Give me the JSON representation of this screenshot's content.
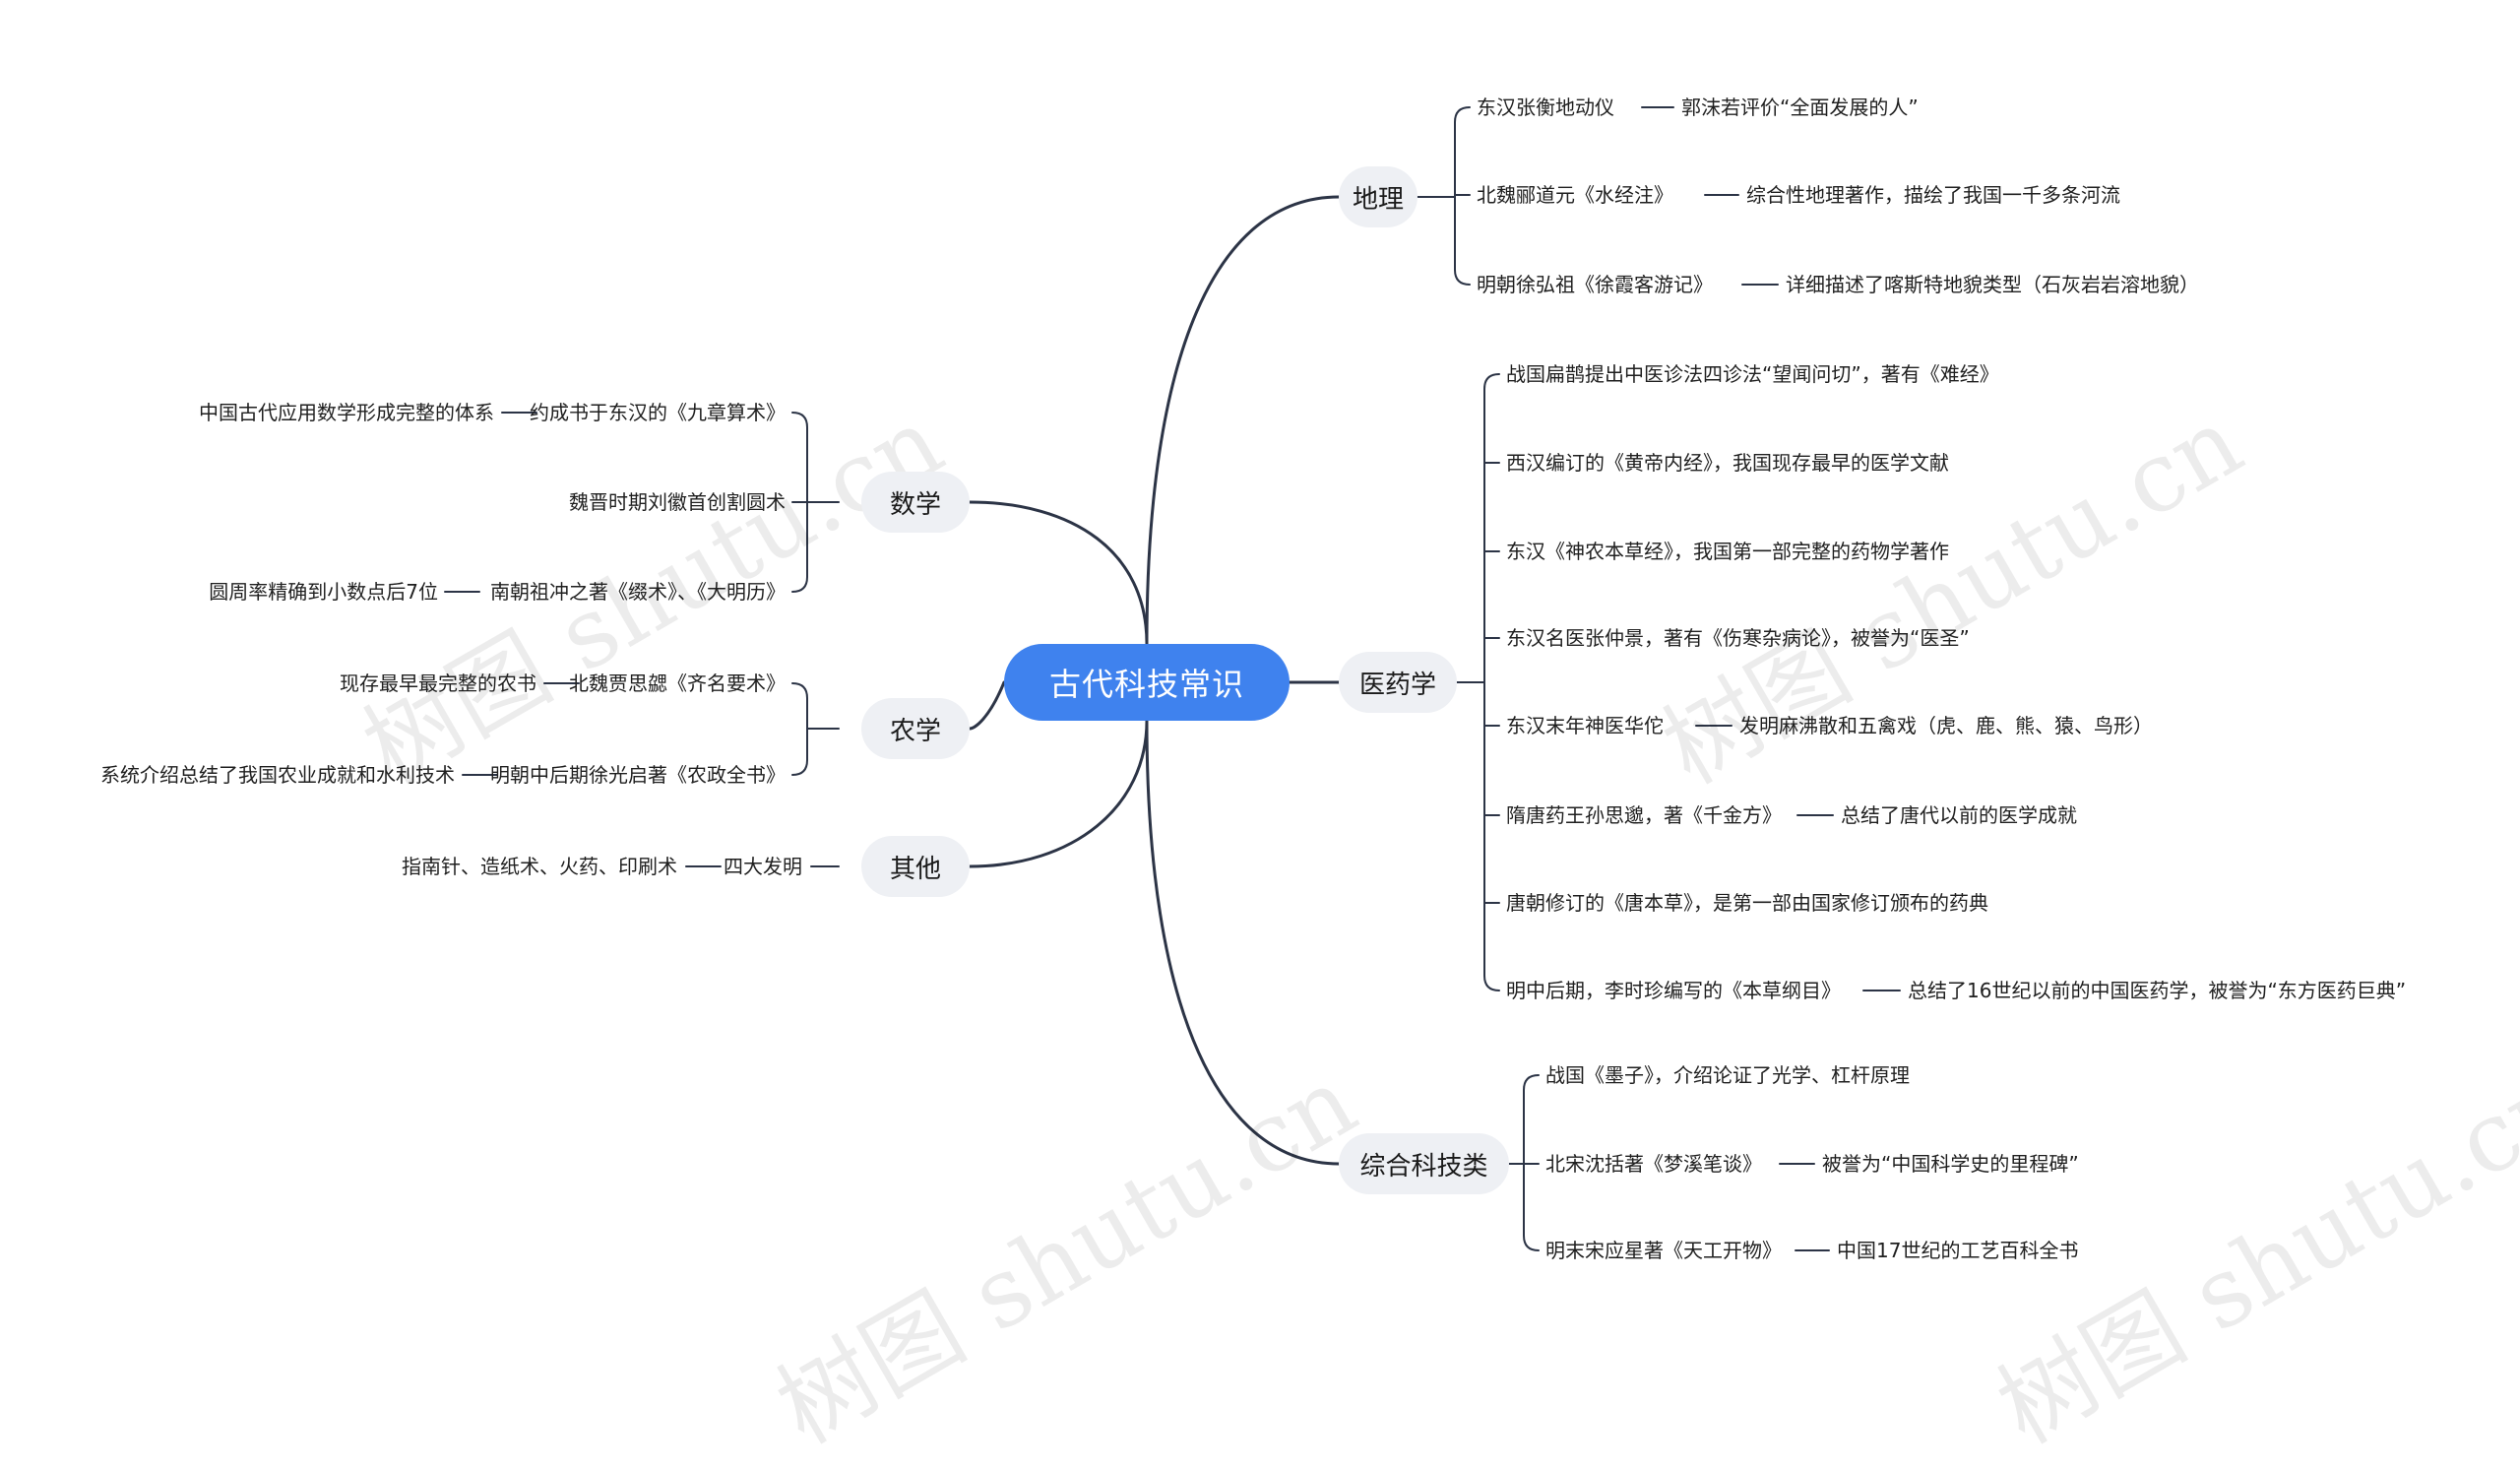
{
  "root": {
    "title": "古代科技常识"
  },
  "watermarks": [
    "树图 shutu.cn",
    "树图 shutu.cn",
    "树图 shutu.cn",
    "树图 shutu.cn"
  ],
  "branches": {
    "geography": {
      "label": "地理",
      "items": [
        {
          "text": "东汉张衡地动仪",
          "note": "郭沫若评价“全面发展的人”"
        },
        {
          "text": "北魏郦道元《水经注》",
          "note": "综合性地理著作，描绘了我国一千多条河流"
        },
        {
          "text": "明朝徐弘祖《徐霞客游记》",
          "note": "详细描述了喀斯特地貌类型（石灰岩岩溶地貌）"
        }
      ]
    },
    "medicine": {
      "label": "医药学",
      "items": [
        {
          "text": "战国扁鹊提出中医诊法四诊法“望闻问切”，著有《难经》"
        },
        {
          "text": "西汉编订的《黄帝内经》，我国现存最早的医学文献"
        },
        {
          "text": "东汉《神农本草经》，我国第一部完整的药物学著作"
        },
        {
          "text": "东汉名医张仲景，著有《伤寒杂病论》，被誉为“医圣”"
        },
        {
          "text": "东汉末年神医华佗",
          "note": "发明麻沸散和五禽戏（虎、鹿、熊、猿、鸟形）"
        },
        {
          "text": "隋唐药王孙思邈，著《千金方》",
          "note": "总结了唐代以前的医学成就"
        },
        {
          "text": "唐朝修订的《唐本草》，是第一部由国家修订颁布的药典"
        },
        {
          "text": "明中后期，李时珍编写的《本草纲目》",
          "note": "总结了16世纪以前的中国医药学，被誉为“东方医药巨典”"
        }
      ]
    },
    "general": {
      "label": "综合科技类",
      "items": [
        {
          "text": "战国《墨子》，介绍论证了光学、杠杆原理"
        },
        {
          "text": "北宋沈括著《梦溪笔谈》",
          "note": "被誉为“中国科学史的里程碑”"
        },
        {
          "text": "明末宋应星著《天工开物》",
          "note": "中国17世纪的工艺百科全书"
        }
      ]
    },
    "math": {
      "label": "数学",
      "items": [
        {
          "text": "约成书于东汉的《九章算术》",
          "note": "中国古代应用数学形成完整的体系"
        },
        {
          "text": "魏晋时期刘徽首创割圆术"
        },
        {
          "text": "南朝祖冲之著《缀术》、《大明历》",
          "note": "圆周率精确到小数点后7位"
        }
      ]
    },
    "agriculture": {
      "label": "农学",
      "items": [
        {
          "text": "北魏贾思勰《齐名要术》",
          "note": "现存最早最完整的农书"
        },
        {
          "text": "明朝中后期徐光启著《农政全书》",
          "note": "系统介绍总结了我国农业成就和水利技术"
        }
      ]
    },
    "other": {
      "label": "其他",
      "items": [
        {
          "text": "四大发明",
          "note": "指南针、造纸术、火药、印刷术"
        }
      ]
    }
  }
}
